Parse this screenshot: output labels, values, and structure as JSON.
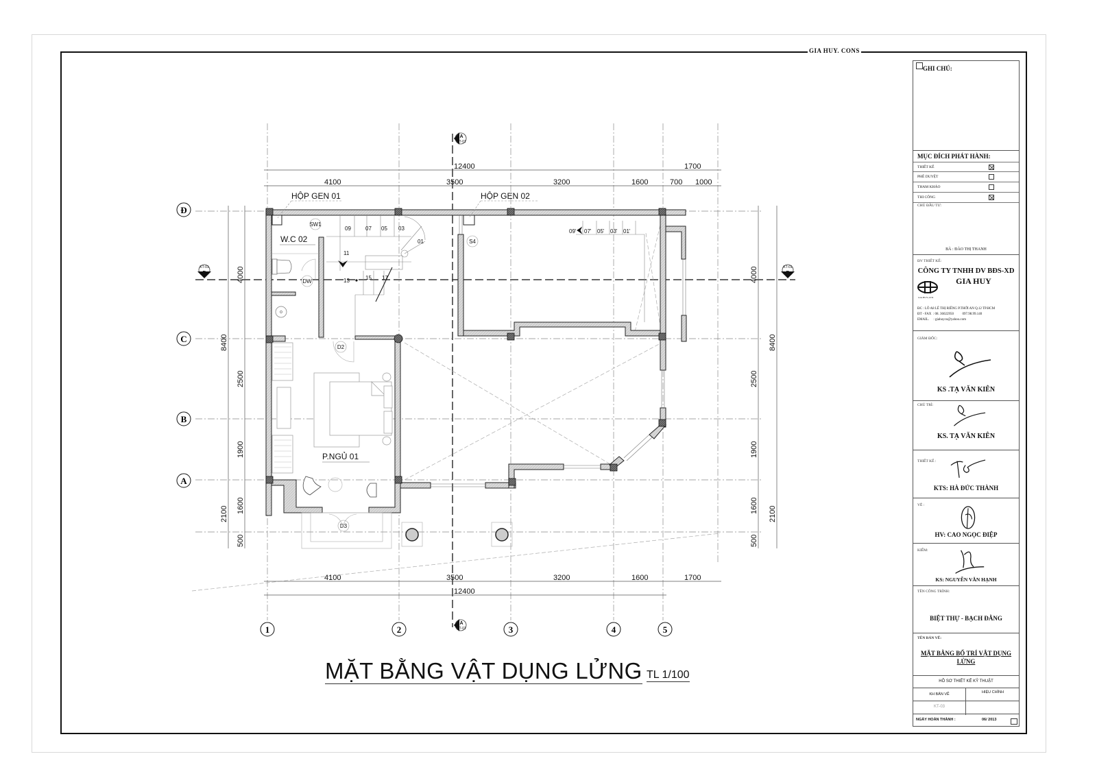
{
  "header": {
    "brand": "GIA   HUY. CONS"
  },
  "drawing": {
    "title": "MẶT BẰNG VẬT DỤNG LỬNG",
    "scale": "TL 1/100",
    "grid_columns": [
      "1",
      "2",
      "3",
      "4",
      "5"
    ],
    "grid_rows": [
      "Đ",
      "C",
      "B",
      "A"
    ],
    "dims_top_total": "12400",
    "dims_top_extra": "1700",
    "dims_top": [
      "4100",
      "3500",
      "3200",
      "1600",
      "700",
      "1000"
    ],
    "dims_bottom": [
      "4100",
      "3500",
      "3200",
      "1600",
      "1700"
    ],
    "dims_bottom_total": "12400",
    "dims_left_outer": [
      "8400",
      "2100"
    ],
    "dims_left_inner": [
      "4000",
      "2500",
      "1900",
      "1600",
      "500"
    ],
    "dims_right_outer": [
      "8400",
      "2100"
    ],
    "dims_right_inner": [
      "4000",
      "2500",
      "1900",
      "1600",
      "500"
    ],
    "section_marks": {
      "a_letter": "A",
      "a_sheet": "KT-01",
      "b_letter": "B",
      "b_sheet": "KT-01"
    },
    "rooms": {
      "wc": "W.C 02",
      "bedroom": "P.NGỦ 01",
      "shaft1": "HỘP GEN 01",
      "shaft2": "HỘP GEN 02"
    },
    "tags": {
      "sw1": "SW1",
      "dw": "DW",
      "d2": "D2",
      "d3": "D3",
      "s4": "S4"
    },
    "stair1_steps": [
      "09",
      "07",
      "05",
      "03",
      "01",
      "11",
      "13",
      "15",
      "17"
    ],
    "stair2_steps": [
      "09'",
      "07'",
      "05'",
      "03'",
      "01'"
    ]
  },
  "title_block": {
    "notes_label": "GHI CHÚ:",
    "purpose_label": "MỤC ĐÍCH PHÁT HÀNH:",
    "purpose_items": [
      {
        "label": "THIẾT KẾ",
        "checked": true
      },
      {
        "label": "PHÊ DUYỆT",
        "checked": false
      },
      {
        "label": "THAM KHẢO",
        "checked": false
      },
      {
        "label": "THI CÔNG",
        "checked": true
      }
    ],
    "owner_label": "CHỦ ĐẦU TƯ:",
    "owner_name": "BÀ : ĐÀO THỊ THANH",
    "designer_label": "ĐV THIẾT KẾ:",
    "company_line1": "CÔNG TY TNHH DV BĐS-XD",
    "company_line2": "GIA HUY",
    "company_logo_caption": "GIA HUY.,LTD",
    "address": "ĐC : LÔ A8 LÊ THỊ RIÊNG P.THỚI AN Q.12 TP.HCM",
    "phone": "ĐT - FAX  : 08. 36022950          097.98.99.140",
    "email": "EMAIL.     : giahuyco@yahoo.com",
    "director_label": "GIÁM ĐỐC:",
    "director_name": "KS .TẠ VĂN KIÊN",
    "lead_label": "CHỦ TRÌ:",
    "lead_name": "KS. TẠ VĂN KIÊN",
    "design_label": "THIẾT KẾ :",
    "design_name": "KTS: HÀ ĐỨC THÀNH",
    "draw_label": "VẼ :",
    "draw_name": "HV: CAO NGỌC ĐIỆP",
    "check_label": "KIỂM:",
    "check_name": "KS: NGUYỄN VĂN HẠNH",
    "project_label": "TÊN CÔNG TRÌNH:",
    "project_name": "BIỆT THỰ - BẠCH ĐẰNG",
    "sheet_label": "TÊN BẢN VẼ:",
    "sheet_name_1": "MẶT BẰNG BỐ TRÍ VẬT DỤNG",
    "sheet_name_2": "LỬNG",
    "dossier": "HỒ SƠ THIẾT KẾ KỸ THUẬT",
    "sheet_no_label": "KH BẢN VẼ",
    "revision_label": "HIỆU CHỈNH",
    "sheet_no": "KT-03",
    "revision": "",
    "date_label": "NGÀY HOÀN THÀNH :",
    "date": "06/ 2013"
  }
}
